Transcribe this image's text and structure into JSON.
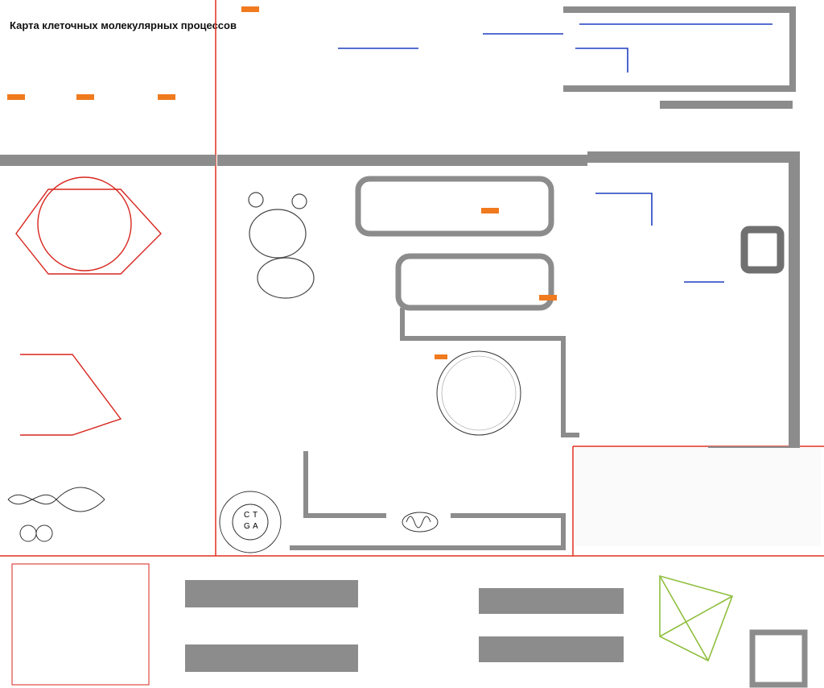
{
  "title": "Карта клеточных молекулярных процессов",
  "colors": {
    "membrane": "#8c8c8c",
    "membrane_dark": "#6e6e6e",
    "separator": "#e0301e",
    "accent_orange": "#f07a1e",
    "accent_red": "#d7261e",
    "accent_blue": "#1f3fbf",
    "label_red_box": "#d84a22",
    "ink": "#222222",
    "green": "#8fbf3f"
  },
  "icons": [
    "helix-icon",
    "ribosome-icon",
    "complex-icon",
    "circle-organelle-icon",
    "codon-wheel-icon"
  ],
  "codon_wheel": {
    "letters": [
      "C",
      "T",
      "G",
      "A"
    ]
  }
}
